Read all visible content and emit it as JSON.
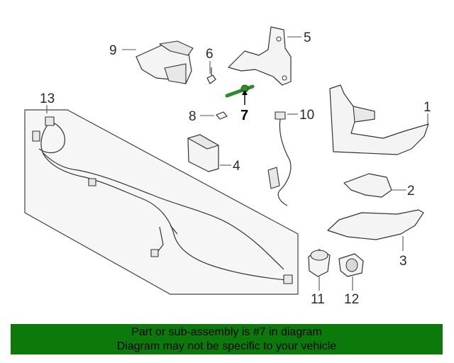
{
  "diagram": {
    "labels": {
      "l1": "1",
      "l2": "2",
      "l3": "3",
      "l4": "4",
      "l5": "5",
      "l6": "6",
      "l7": "7",
      "l8": "8",
      "l9": "9",
      "l10": "10",
      "l11": "11",
      "l12": "12",
      "l13": "13"
    },
    "colors": {
      "highlight": "#2e8b2e",
      "footer_bg": "#0b7a0b"
    }
  },
  "footer": {
    "line1": "Part or sub-assembly is #7 in diagram",
    "line2": "Diagram may not be specific to your vehicle"
  }
}
